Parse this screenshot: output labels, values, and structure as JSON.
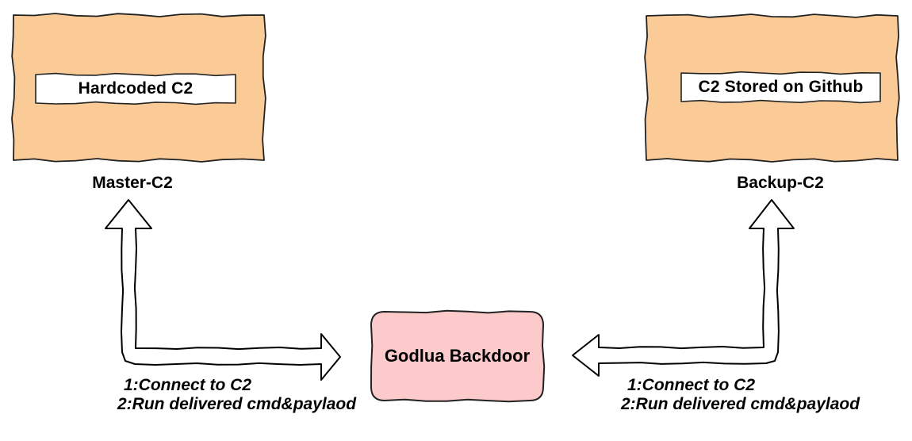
{
  "diagram": {
    "nodes": {
      "master": {
        "box_label": "Hardcoded C2",
        "caption": "Master-C2"
      },
      "backup": {
        "box_label": "C2 Stored on Github",
        "caption": "Backup-C2"
      },
      "backdoor": {
        "label": "Godlua Backdoor"
      }
    },
    "annotations": {
      "left": {
        "line1": "1:Connect to C2",
        "line2": "2:Run delivered cmd&paylaod"
      },
      "right": {
        "line1": "1:Connect to C2",
        "line2": "2:Run delivered cmd&paylaod"
      }
    },
    "colors": {
      "c2_fill": "#FBCB97",
      "backdoor_fill": "#FCCACA",
      "inner_box_fill": "#FFFFFF",
      "arrow_fill": "#FFFFFF",
      "box_stroke": "#222222",
      "arrow_stroke": "#000000"
    }
  }
}
